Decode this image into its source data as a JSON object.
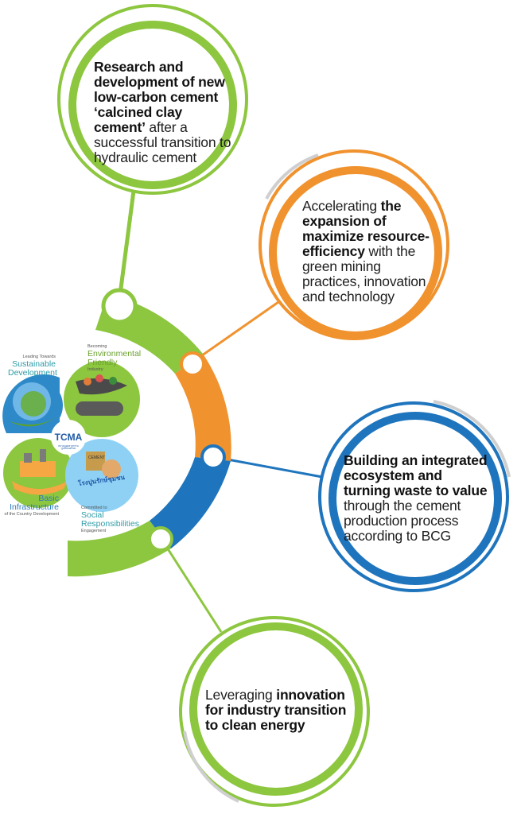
{
  "colors": {
    "green": "#8dc63f",
    "orange": "#f0922e",
    "blue": "#1f75bd",
    "grey": "#cfcfcf"
  },
  "circles": [
    {
      "id": "green-top",
      "color": "#8dc63f",
      "bold_part": "Research and development of new low-carbon cement ‘calcined clay cement’",
      "normal_part": "after a successful transition to hydraulic cement"
    },
    {
      "id": "orange",
      "color": "#f0922e",
      "lead": "Accelerating",
      "bold_part": "the expansion of maximize resource-efficiency",
      "normal_part": "with the green mining practices, innovation and technology"
    },
    {
      "id": "blue",
      "color": "#1f75bd",
      "bold_part": "Building an integrated ecosystem and turning waste to value",
      "normal_part": "through the cement production process according to BCG"
    },
    {
      "id": "green-bottom",
      "color": "#8dc63f",
      "lead": "Leveraging",
      "bold_part": "innovation for industry transition to clean energy"
    }
  ],
  "logo": {
    "name": "TCMA",
    "tagline": "สมาคมอุตสาหกรรมปูนซีเมนต์ไทย"
  },
  "pillars": [
    {
      "small": "Leading Towards",
      "big": "Sustainable Development",
      "small2": ""
    },
    {
      "small": "Becoming",
      "big": "Environmental Friendly",
      "small2": "Industry"
    },
    {
      "small": "",
      "big": "Basic Infrastructure",
      "small2": "of the Country Development"
    },
    {
      "small": "Committed to",
      "big": "Social Responsibilities",
      "small2": "Engagement"
    }
  ],
  "mascot_text": "โรงปูนรักษ์ชุมชน",
  "mascot_badge": "CEMENT"
}
